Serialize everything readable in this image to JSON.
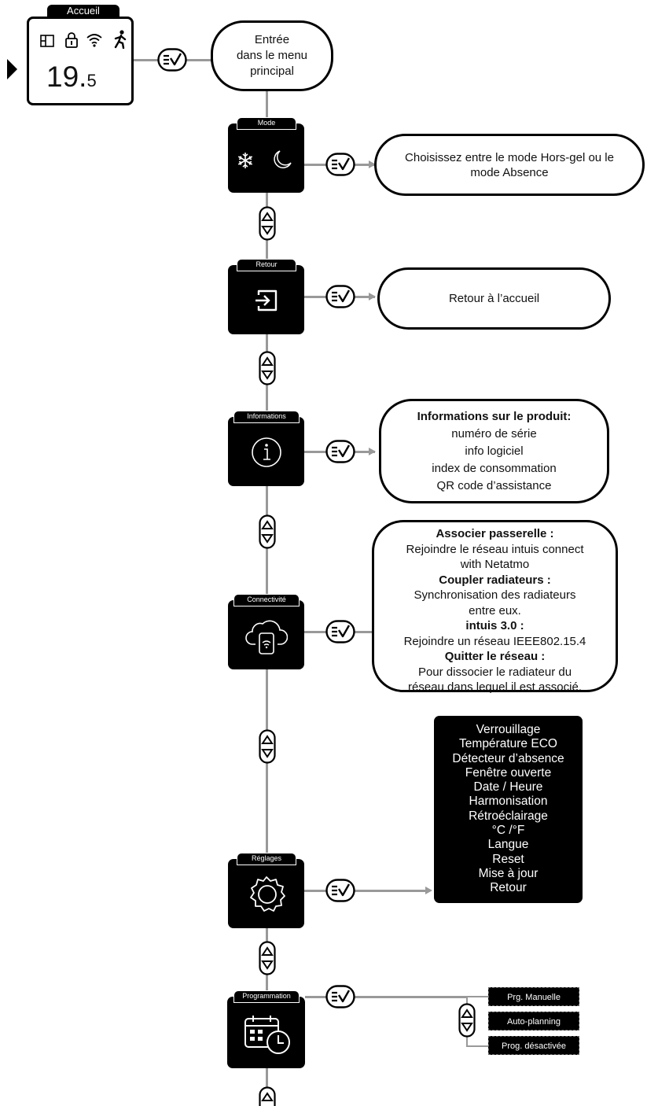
{
  "home": {
    "tab_label": "Accueil",
    "temperature_main": "19.",
    "temperature_decimal": "5",
    "status_icons": [
      "window-icon",
      "lock-icon",
      "wifi-icon",
      "presence-icon"
    ]
  },
  "start_bubble": {
    "lines": [
      "Entrée",
      "dans le menu",
      "principal"
    ]
  },
  "menus": {
    "mode": {
      "tab_label": "Mode",
      "icons": [
        "snowflake-icon",
        "moon-icon"
      ],
      "description_lines": [
        "Choisissez entre le mode Hors-gel ou le",
        "mode Absence"
      ]
    },
    "retour": {
      "tab_label": "Retour",
      "icon": "exit-icon",
      "description": "Retour à l’accueil"
    },
    "informations": {
      "tab_label": "Informations",
      "icon": "info-icon",
      "title": "Informations sur le produit:",
      "lines": [
        "numéro de série",
        "info logiciel",
        "index de consommation",
        "QR code d’assistance"
      ]
    },
    "connectivite": {
      "tab_label": "Connectivité",
      "icon": "cloud-phone-icon",
      "sections": [
        {
          "title": "Associer passerelle :",
          "lines": [
            "Rejoindre le réseau  intuis connect",
            "with Netatmo"
          ]
        },
        {
          "title": "Coupler radiateurs :",
          "lines": [
            "Synchronisation des radiateurs",
            "entre eux."
          ]
        },
        {
          "title": "intuis 3.0 :",
          "lines": [
            "Rejoindre un réseau IEEE802.15.4"
          ]
        },
        {
          "title": "Quitter le réseau  :",
          "lines": [
            "Pour dissocier le radiateur du",
            "réseau dans lequel il est associé."
          ]
        }
      ]
    },
    "reglages": {
      "tab_label": "Réglages",
      "icon": "gear-icon",
      "items": [
        "Verrouillage",
        "Température ECO",
        "Détecteur d’absence",
        "Fenêtre ouverte",
        "Date / Heure",
        "Harmonisation",
        "Rétroéclairage",
        "°C /°F",
        "Langue",
        "Reset",
        "Mise à jour",
        "Retour"
      ]
    },
    "programmation": {
      "tab_label": "Programmation",
      "icon": "calendar-clock-icon",
      "options": [
        "Prg. Manuelle",
        "Auto-planning",
        "Prog. désactivée"
      ]
    }
  },
  "colors": {
    "tile": "#000000",
    "connector": "#999999",
    "background": "#ffffff"
  }
}
